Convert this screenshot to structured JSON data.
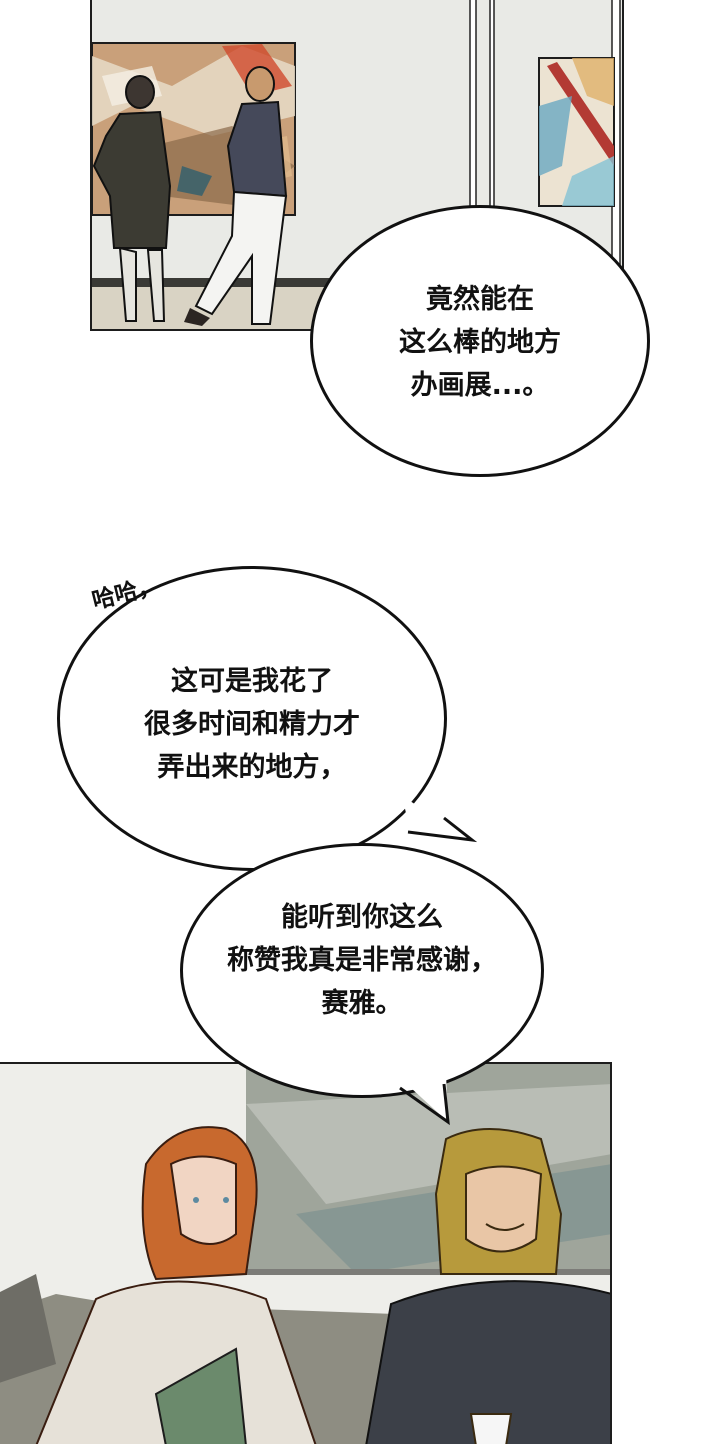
{
  "comic": {
    "panels": [
      {
        "id": "gallery-panel",
        "scene": "Two visitors viewing abstract paintings in a gallery",
        "colors": {
          "wall": "#e9eae6",
          "floor": "#d9d3c4",
          "baseboard": "#3a3a36",
          "frame": "#1d1d1d"
        }
      },
      {
        "id": "sofa-panel",
        "scene": "Red-haired woman holding a green book sits beside a smiling long-haired blond man holding a teacup",
        "colors": {
          "wall": "#eeeeea",
          "painting": "#9fa59b",
          "sofa": "#8e8d82",
          "sweater": "#e6e1d8",
          "turtleneck": "#3c4048",
          "book": "#6b8a6c",
          "red_hair": "#c8692e",
          "blond_hair": "#b79a3c"
        }
      }
    ],
    "bubbles": [
      {
        "id": "bubble-1",
        "lines": [
          "竟然能在",
          "这么棒的地方",
          "办画展...。"
        ]
      },
      {
        "id": "bubble-2",
        "sfx": "哈哈，",
        "lines": [
          "这可是我花了",
          "很多时间和精力才",
          "弄出来的地方，"
        ]
      },
      {
        "id": "bubble-3",
        "lines": [
          "能听到你这么",
          "称赞我真是非常感谢，",
          "赛雅。"
        ]
      }
    ]
  }
}
